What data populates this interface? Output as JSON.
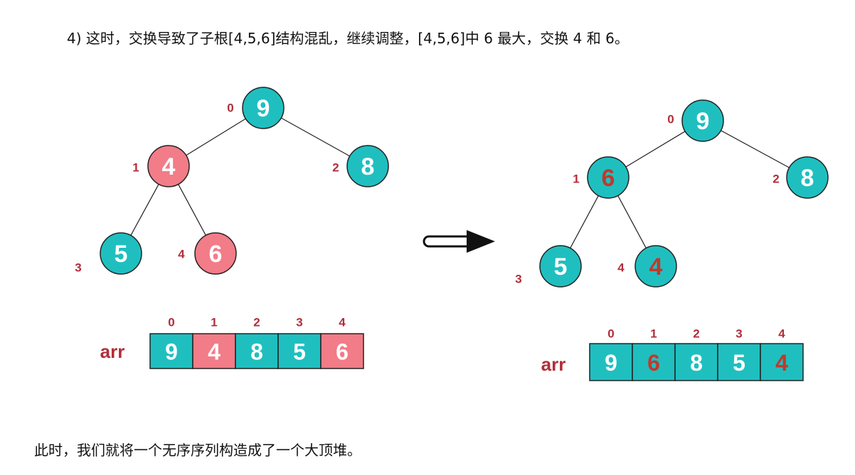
{
  "captions": {
    "top": "4) 这时，交换导致了子根[4,5,6]结构混乱，继续调整，[4,5,6]中 6 最大，交换 4 和 6。",
    "bottom": "此时，我们就将一个无序序列构造成了一个大顶堆。"
  },
  "colors": {
    "teal": "#1fbfc0",
    "pink": "#f27c88",
    "index_red": "#b22d3a",
    "node_text_white": "#ffffff",
    "node_text_red": "#c0392b",
    "stroke": "#222222"
  },
  "left": {
    "arr_label": "arr",
    "nodes": [
      {
        "index": "0",
        "value": "9",
        "fill": "teal",
        "text": "white"
      },
      {
        "index": "1",
        "value": "4",
        "fill": "pink",
        "text": "white"
      },
      {
        "index": "2",
        "value": "8",
        "fill": "teal",
        "text": "white"
      },
      {
        "index": "3",
        "value": "5",
        "fill": "teal",
        "text": "white"
      },
      {
        "index": "4",
        "value": "6",
        "fill": "pink",
        "text": "white"
      }
    ],
    "array": [
      {
        "index": "0",
        "value": "9",
        "fill": "teal",
        "text": "white"
      },
      {
        "index": "1",
        "value": "4",
        "fill": "pink",
        "text": "white"
      },
      {
        "index": "2",
        "value": "8",
        "fill": "teal",
        "text": "white"
      },
      {
        "index": "3",
        "value": "5",
        "fill": "teal",
        "text": "white"
      },
      {
        "index": "4",
        "value": "6",
        "fill": "pink",
        "text": "white"
      }
    ]
  },
  "right": {
    "arr_label": "arr",
    "nodes": [
      {
        "index": "0",
        "value": "9",
        "fill": "teal",
        "text": "white"
      },
      {
        "index": "1",
        "value": "6",
        "fill": "teal",
        "text": "red"
      },
      {
        "index": "2",
        "value": "8",
        "fill": "teal",
        "text": "white"
      },
      {
        "index": "3",
        "value": "5",
        "fill": "teal",
        "text": "white"
      },
      {
        "index": "4",
        "value": "4",
        "fill": "teal",
        "text": "red"
      }
    ],
    "array": [
      {
        "index": "0",
        "value": "9",
        "fill": "teal",
        "text": "white"
      },
      {
        "index": "1",
        "value": "6",
        "fill": "teal",
        "text": "red"
      },
      {
        "index": "2",
        "value": "8",
        "fill": "teal",
        "text": "white"
      },
      {
        "index": "3",
        "value": "5",
        "fill": "teal",
        "text": "white"
      },
      {
        "index": "4",
        "value": "4",
        "fill": "teal",
        "text": "red"
      }
    ]
  },
  "arrow_icon": "right-arrow-icon"
}
